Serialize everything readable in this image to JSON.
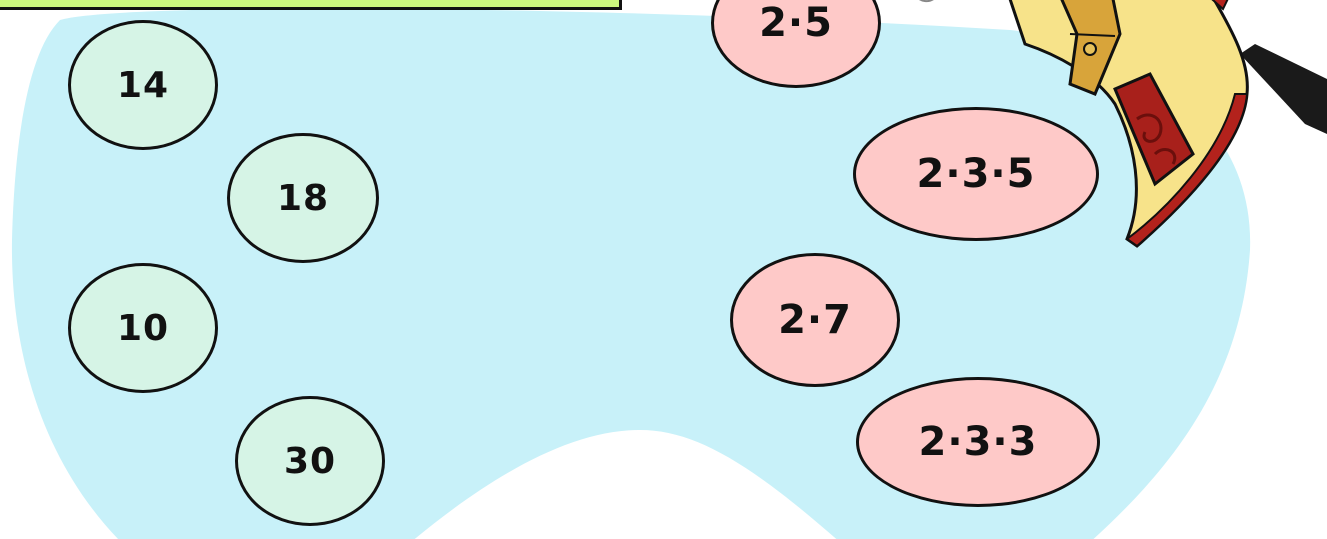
{
  "colors": {
    "background_blob": "#c8f1f9",
    "title_box": "#ccf77e",
    "green_bubble": "#d6f4e6",
    "pink_bubble": "#fec9c8",
    "outline": "#111111"
  },
  "left_column": {
    "items": [
      {
        "label": "14"
      },
      {
        "label": "18"
      },
      {
        "label": "10"
      },
      {
        "label": "30"
      }
    ]
  },
  "right_column": {
    "items": [
      {
        "label": "2·5"
      },
      {
        "label": "2·3·5"
      },
      {
        "label": "2·7"
      },
      {
        "label": "2·3·3"
      }
    ]
  },
  "character": {
    "icon": "cartoon-character-icon"
  }
}
